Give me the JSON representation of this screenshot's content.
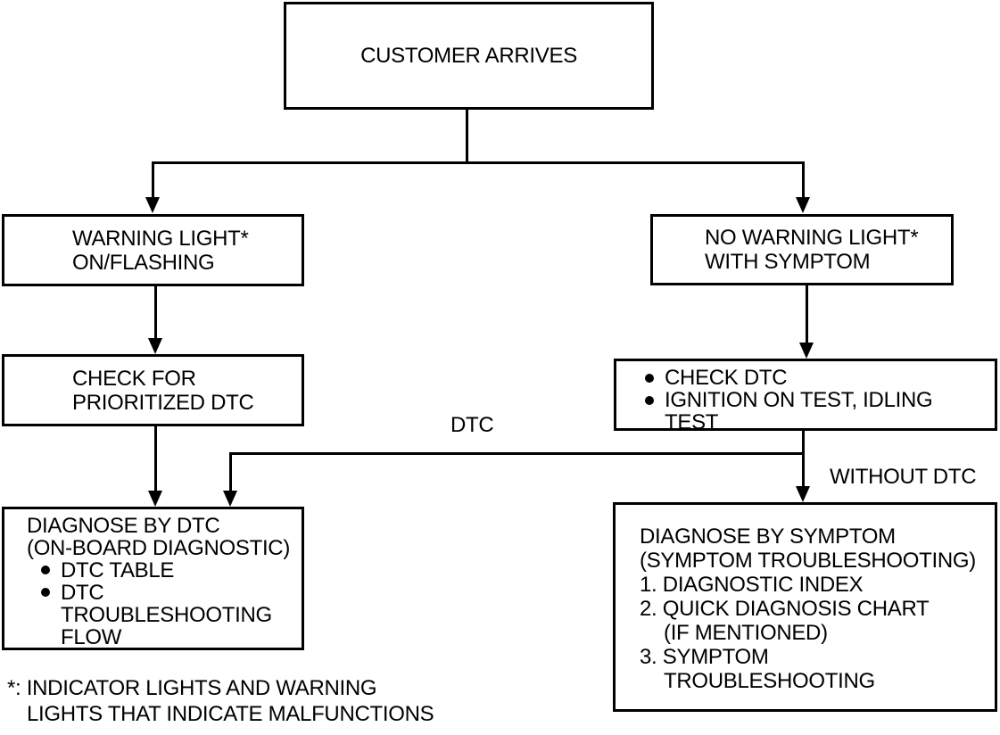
{
  "nodes": {
    "customer_arrives": {
      "label": "CUSTOMER ARRIVES"
    },
    "warning_light": {
      "lines": [
        "WARNING LIGHT*",
        "ON/FLASHING"
      ]
    },
    "no_warning_light": {
      "lines": [
        "NO WARNING LIGHT*",
        "WITH SYMPTOM"
      ]
    },
    "check_prioritized_dtc": {
      "lines": [
        "CHECK FOR",
        "PRIORITIZED DTC"
      ]
    },
    "check_dtc": {
      "items": [
        {
          "lines": [
            "CHECK DTC"
          ]
        },
        {
          "lines": [
            "IGNITION ON TEST, IDLING",
            "TEST"
          ]
        }
      ]
    },
    "diagnose_by_dtc": {
      "heading_lines": [
        "DIAGNOSE BY DTC",
        "(ON-BOARD DIAGNOSTIC)"
      ],
      "items": [
        {
          "lines": [
            "DTC TABLE"
          ]
        },
        {
          "lines": [
            "DTC",
            "TROUBLESHOOTING",
            "FLOW"
          ]
        }
      ]
    },
    "diagnose_by_symptom": {
      "heading_lines": [
        "DIAGNOSE BY SYMPTOM",
        "(SYMPTOM TROUBLESHOOTING)"
      ],
      "items": [
        {
          "lines": [
            "1. DIAGNOSTIC INDEX"
          ]
        },
        {
          "lines": [
            "2. QUICK DIAGNOSIS CHART",
            "(IF MENTIONED)"
          ]
        },
        {
          "lines": [
            "3. SYMPTOM",
            "TROUBLESHOOTING"
          ]
        }
      ]
    }
  },
  "edge_labels": {
    "dtc": "DTC",
    "without_dtc": "WITHOUT DTC"
  },
  "footnote": {
    "lines": [
      "*: INDICATOR LIGHTS AND WARNING",
      "LIGHTS THAT INDICATE MALFUNCTIONS"
    ]
  },
  "colors": {
    "ink": "#000000",
    "background": "#ffffff"
  }
}
